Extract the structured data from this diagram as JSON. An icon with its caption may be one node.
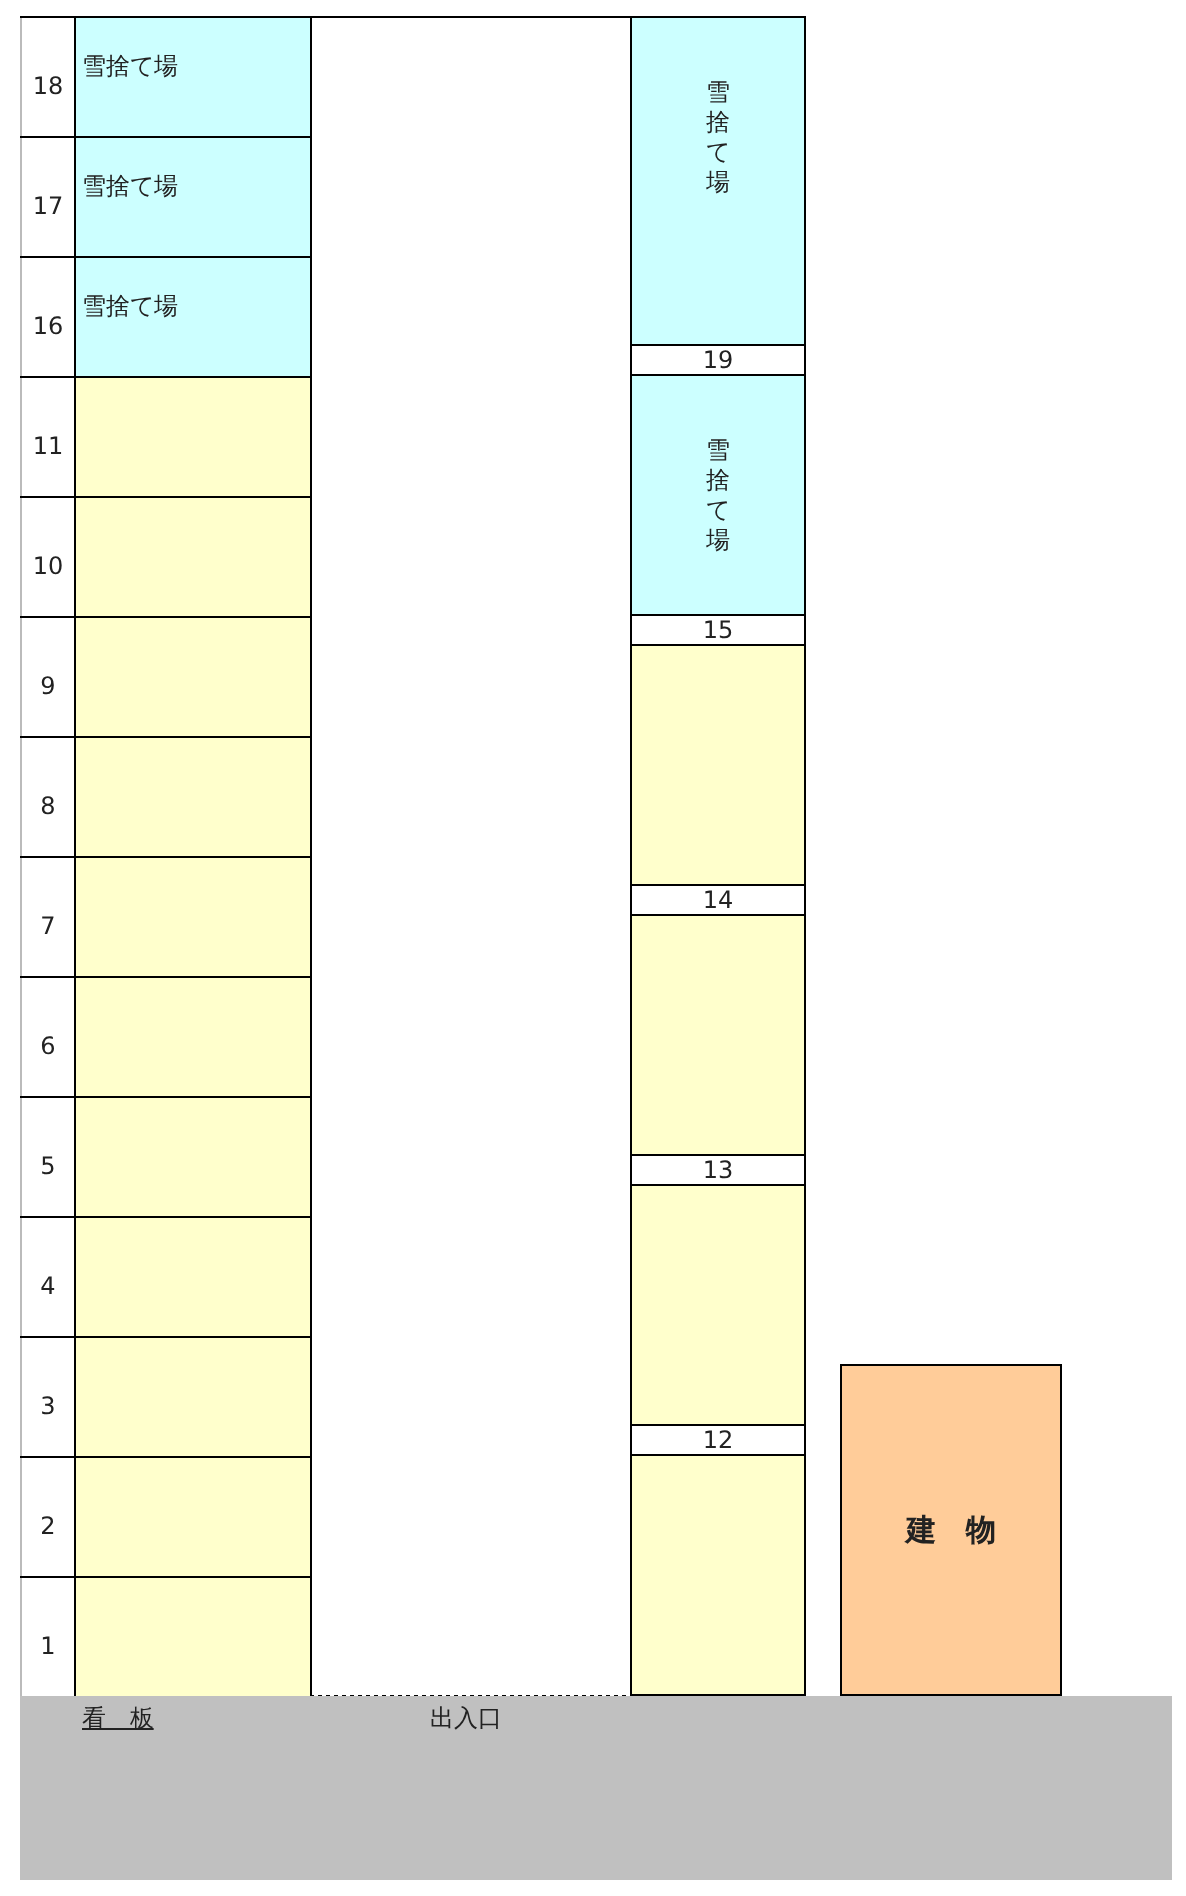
{
  "diagram": {
    "nodes": [
      {
        "text": [
          "18"
        ]
      },
      {
        "text": [
          "雪捨て場"
        ]
      },
      {
        "text": [
          "17"
        ]
      },
      {
        "text": [
          "雪捨て場"
        ]
      },
      {
        "text": [
          "16"
        ]
      },
      {
        "text": [
          "雪捨て場"
        ]
      },
      {
        "text": [
          "11"
        ]
      },
      {
        "text": [],
        "shape": "box"
      },
      {
        "text": [
          "10"
        ]
      },
      {
        "text": [],
        "shape": "box"
      },
      {
        "text": [
          "9"
        ]
      },
      {
        "text": [],
        "shape": "box"
      },
      {
        "text": [
          "8"
        ]
      },
      {
        "text": [],
        "shape": "box"
      },
      {
        "text": [
          "7"
        ]
      },
      {
        "text": [],
        "shape": "box"
      },
      {
        "text": [
          "6"
        ]
      },
      {
        "text": [],
        "shape": "box"
      },
      {
        "text": [
          "5"
        ]
      },
      {
        "text": [],
        "shape": "box"
      },
      {
        "text": [
          "4"
        ]
      },
      {
        "text": [],
        "shape": "box"
      },
      {
        "text": [
          "3"
        ]
      },
      {
        "text": [],
        "shape": "box"
      },
      {
        "text": [
          "2"
        ]
      },
      {
        "text": [],
        "shape": "box"
      },
      {
        "text": [
          "1"
        ]
      },
      {
        "text": [],
        "shape": "box"
      },
      {
        "text": [
          "雪捨て場"
        ]
      },
      {
        "text": [
          "19"
        ]
      },
      {
        "text": [
          "雪捨て場"
        ]
      },
      {
        "text": [
          "15"
        ]
      },
      {
        "text": [],
        "shape": "box"
      },
      {
        "text": [
          "14"
        ]
      },
      {
        "text": [],
        "shape": "box"
      },
      {
        "text": [
          "13"
        ]
      },
      {
        "text": [],
        "shape": "box"
      },
      {
        "text": [
          "12"
        ]
      },
      {
        "text": [],
        "shape": "box"
      },
      {
        "text": [
          "建 物"
        ]
      },
      {
        "text": [
          "看 板",
          "出入口"
        ]
      }
    ]
  }
}
